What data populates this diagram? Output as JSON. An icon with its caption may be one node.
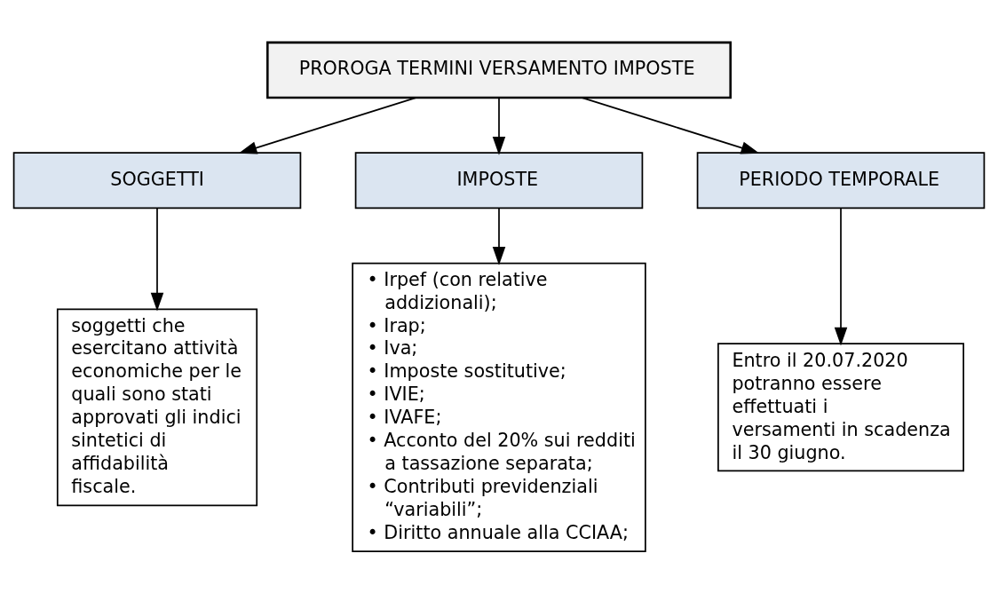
{
  "diagram": {
    "nodes": [
      {
        "text": [
          "PROROGA TERMINI VERSAMENTO IMPOSTE"
        ]
      },
      {
        "text": [
          "SOGGETTI"
        ]
      },
      {
        "text": [
          "IMPOSTE"
        ]
      },
      {
        "text": [
          "PERIODO TEMPORALE"
        ]
      },
      {
        "text": [
          "soggetti che esercitano attività economiche per le quali sono stati approvati gli indici sintetici di affidabilità fiscale."
        ]
      },
      {
        "text": [
          "• Irpef (con relative addizionali);",
          "• Irap;",
          "• Iva;",
          "• Imposte sostitutive;",
          "• IVIE;",
          "• IVAFE;",
          "• Acconto del 20% sui redditi a tassazione separata;",
          "• Contributi previdenziali “variabili”;",
          "• Diritto annuale alla CCIAA;"
        ]
      },
      {
        "text": [
          "Entro il 20.07.2020 potranno essere effettuati i versamenti in scadenza il 30 giugno."
        ]
      }
    ],
    "edges": [
      {
        "from": 0,
        "to": 1,
        "arrow": "to"
      },
      {
        "from": 0,
        "to": 2,
        "arrow": "to"
      },
      {
        "from": 0,
        "to": 3,
        "arrow": "to"
      },
      {
        "from": 1,
        "to": 4,
        "arrow": "to"
      },
      {
        "from": 2,
        "to": 5,
        "arrow": "to"
      },
      {
        "from": 3,
        "to": 6,
        "arrow": "to"
      }
    ]
  }
}
